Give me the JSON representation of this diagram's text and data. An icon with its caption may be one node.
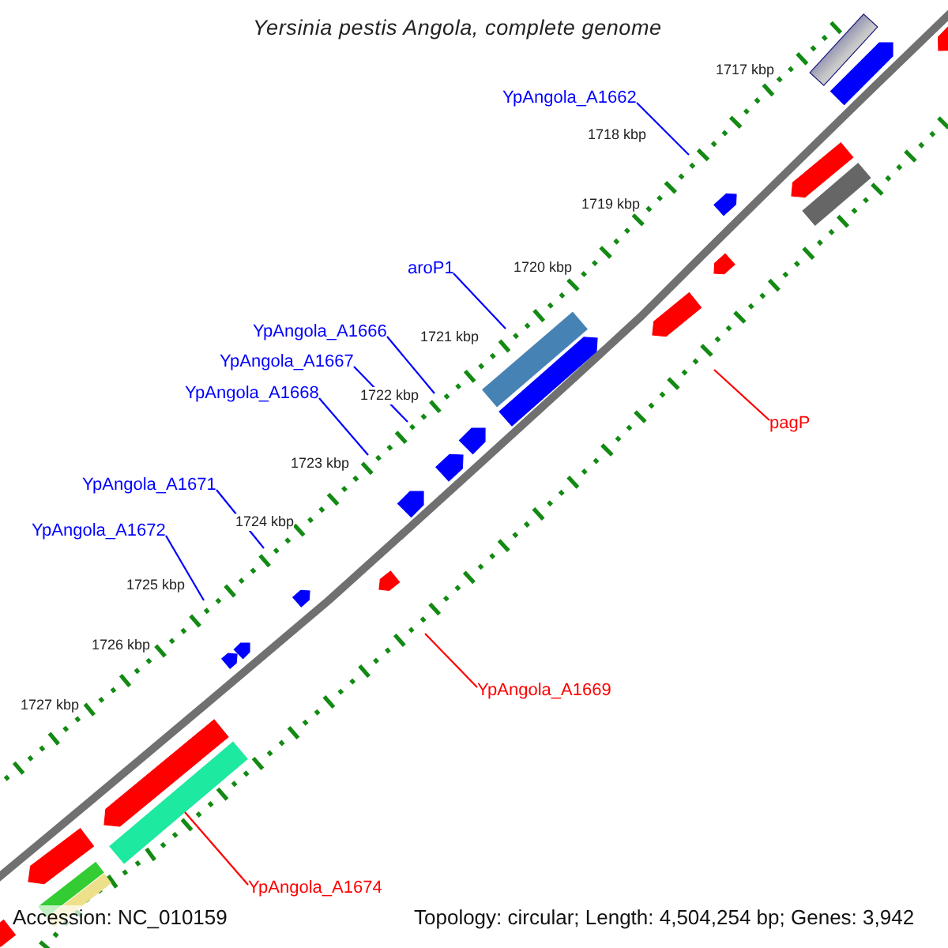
{
  "diagram": {
    "title": "Yersinia pestis Angola, complete genome",
    "nodes": [
      {
        "text": [
          "YpAngola_A1662"
        ]
      },
      {
        "text": [
          "aroP1"
        ]
      },
      {
        "text": [
          "YpAngola_A1666"
        ]
      },
      {
        "text": [
          "YpAngola_A1667"
        ]
      },
      {
        "text": [
          "YpAngola_A1668"
        ]
      },
      {
        "text": [
          "pagP"
        ]
      },
      {
        "text": [
          "YpAngola_A1671"
        ]
      },
      {
        "text": [
          "YpAngola_A1672"
        ]
      },
      {
        "text": [
          "YpAngola_A1669"
        ]
      },
      {
        "text": [
          "YpAngola_A1674"
        ]
      },
      {
        "text": [],
        "shape": "bar"
      }
    ],
    "edges": [
      {
        "from": 0,
        "to": null,
        "arrow": "none"
      },
      {
        "from": 1,
        "to": null,
        "arrow": "none"
      },
      {
        "from": 2,
        "to": null,
        "arrow": "none"
      },
      {
        "from": 3,
        "to": null,
        "arrow": "none"
      },
      {
        "from": 4,
        "to": null,
        "arrow": "none"
      },
      {
        "from": 5,
        "to": null,
        "arrow": "none",
        "color": "#ff0000"
      },
      {
        "from": 6,
        "to": null,
        "arrow": "none"
      },
      {
        "from": 7,
        "to": null,
        "arrow": "none"
      },
      {
        "from": 8,
        "to": null,
        "arrow": "none",
        "color": "#ff0000"
      },
      {
        "from": 9,
        "to": 10,
        "arrow": "none",
        "color": "#ff0000"
      }
    ],
    "labels": [
      "1717 kbp",
      "1718 kbp",
      "1719 kbp",
      "1720 kbp",
      "1721 kbp",
      "1722 kbp",
      "1723 kbp",
      "1724 kbp",
      "1725 kbp",
      "1726 kbp",
      "1727 kbp",
      "Accession: NC_010159",
      "Topology: circular; Length: 4,504,254 bp; Genes: 3,942"
    ]
  }
}
